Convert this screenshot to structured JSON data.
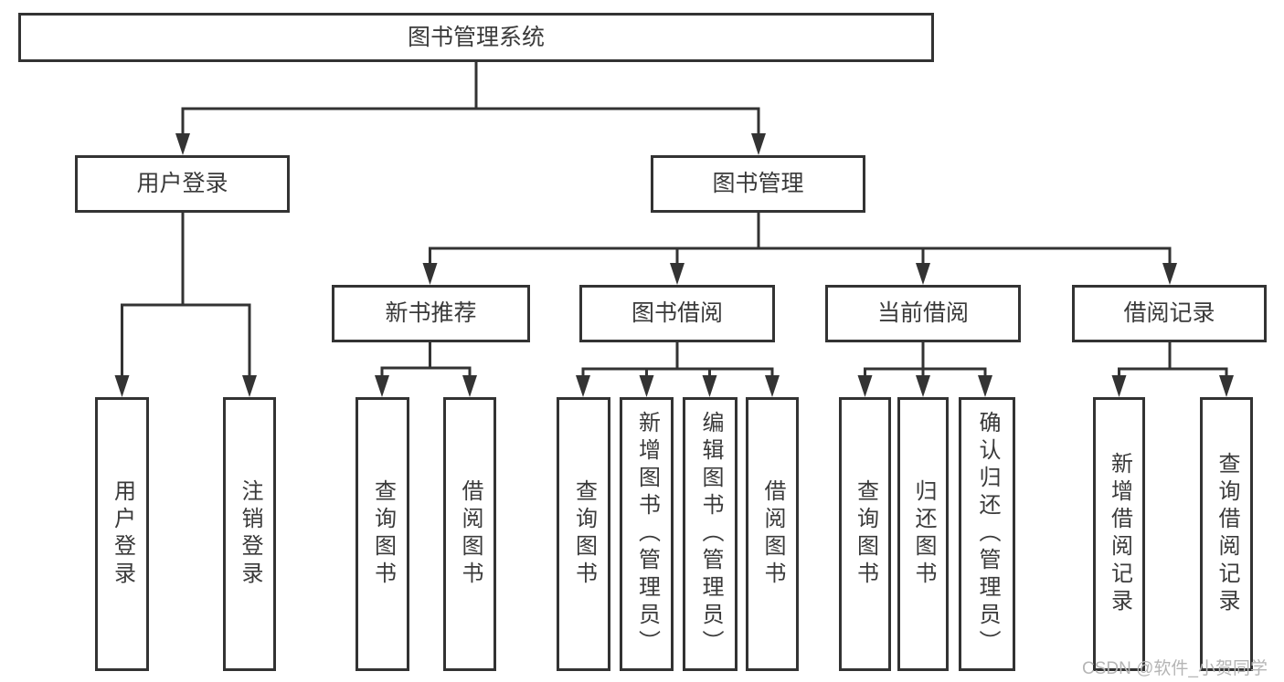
{
  "diagram": {
    "line_color": "#333333",
    "box_border_color": "#333333",
    "text_color": "#3a3a3a",
    "watermark_color": "#b5b5b5",
    "nodes": {
      "root": "图书管理系统",
      "user_login": "用户登录",
      "book_management": "图书管理",
      "new_book_recommend": "新书推荐",
      "book_borrow": "图书借阅",
      "current_borrow": "当前借阅",
      "borrow_records": "借阅记录"
    },
    "leaves": {
      "user_login": [
        {
          "label": "用户登录"
        },
        {
          "label": "注销登录"
        }
      ],
      "new_book_recommend": [
        {
          "label": "查询图书"
        },
        {
          "label": "借阅图书"
        }
      ],
      "book_borrow": [
        {
          "label": "查询图书"
        },
        {
          "label": "新增图书（管理员）"
        },
        {
          "label": "编辑图书（管理员）"
        },
        {
          "label": "借阅图书"
        }
      ],
      "current_borrow": [
        {
          "label": "查询图书"
        },
        {
          "label": "归还图书"
        },
        {
          "label": "确认归还（管理员）"
        }
      ],
      "borrow_records": [
        {
          "label": "新增借阅记录"
        },
        {
          "label": "查询借阅记录"
        }
      ]
    },
    "watermark": "CSDN @软件_小贺同学"
  }
}
